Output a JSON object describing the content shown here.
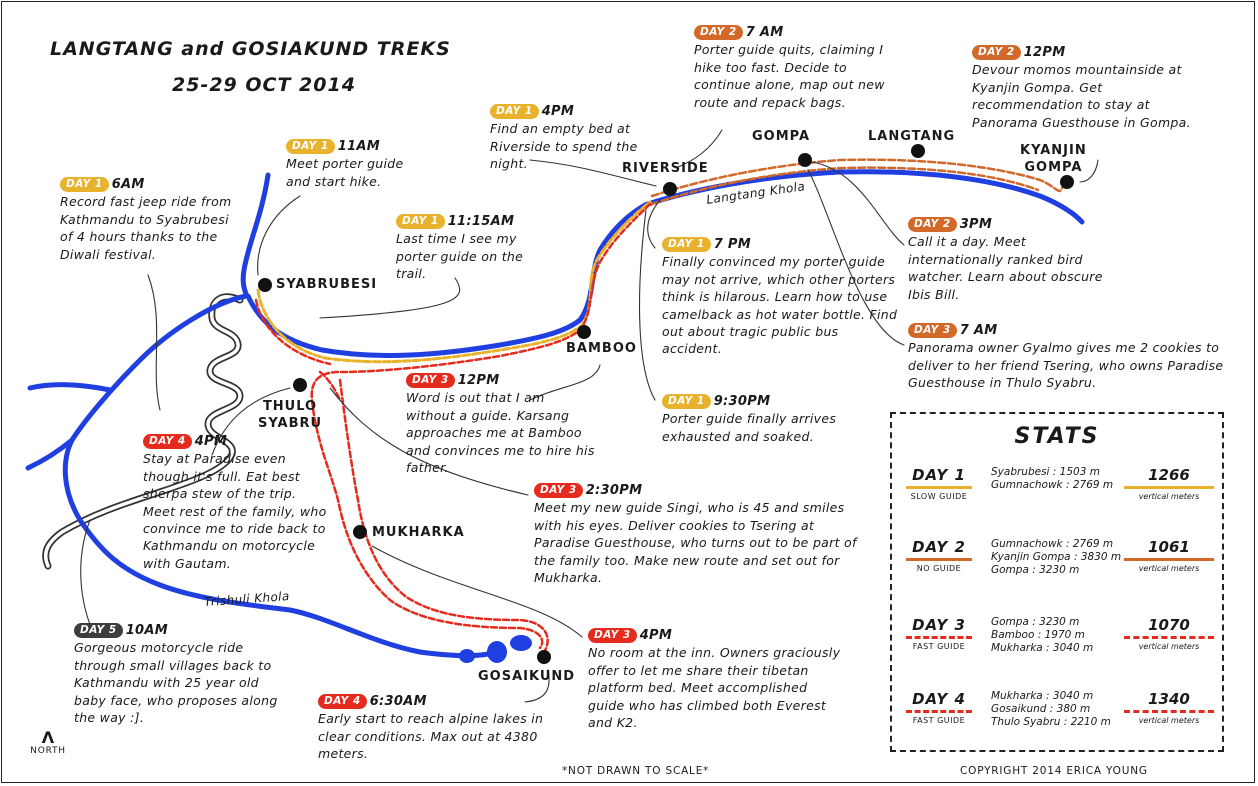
{
  "title_line1": "LANGTANG and GOSIAKUND TREKS",
  "title_line2": "25-29 OCT 2014",
  "colors": {
    "day1": "#e8b22c",
    "day2": "#d2692b",
    "day3": "#e42b1e",
    "day4": "#e42b1e",
    "day5": "#3d3d3d",
    "river": "#1f3fe0",
    "road": "#333333"
  },
  "places": {
    "syabrubesi": "SYABRUBESI",
    "riverside": "RIVERSIDE",
    "gompa": "GOMPA",
    "langtang": "LANGTANG",
    "kyanjin_1": "KYANJIN",
    "kyanjin_2": "GOMPA",
    "bamboo": "BAMBOO",
    "thulo_1": "THULO",
    "thulo_2": "SYABRU",
    "mukharka": "MUKHARKA",
    "gosaikund": "GOSAIKUND"
  },
  "rivers": {
    "langtang": "Langtang Khola",
    "trishuli": "Trishuli Khola"
  },
  "notes": [
    {
      "id": "d1-6am",
      "day": "DAY 1",
      "time": "6AM",
      "color": "#e8b22c",
      "text": "Record fast jeep ride from Kathmandu to Syabrubesi of 4 hours thanks to the Diwali festival."
    },
    {
      "id": "d1-11am",
      "day": "DAY 1",
      "time": "11AM",
      "color": "#e8b22c",
      "text": "Meet porter guide and start hike."
    },
    {
      "id": "d1-1115am",
      "day": "DAY 1",
      "time": "11:15AM",
      "color": "#e8b22c",
      "text": "Last time I see my porter guide on the trail."
    },
    {
      "id": "d1-4pm",
      "day": "DAY 1",
      "time": "4PM",
      "color": "#e8b22c",
      "text": "Find an empty bed at Riverside to spend the night."
    },
    {
      "id": "d2-7am",
      "day": "DAY 2",
      "time": "7 AM",
      "color": "#d2692b",
      "text": "Porter guide quits, claiming I hike too fast. Decide to continue alone, map out new route and repack bags."
    },
    {
      "id": "d2-12pm",
      "day": "DAY 2",
      "time": "12PM",
      "color": "#d2692b",
      "text": "Devour momos mountainside at Kyanjin Gompa. Get recommendation to stay at Panorama Guesthouse in Gompa."
    },
    {
      "id": "d1-7pm",
      "day": "DAY 1",
      "time": "7 PM",
      "color": "#e8b22c",
      "text": "Finally convinced my porter guide may not arrive, which other porters think is hilarous. Learn how to use camelback as hot water bottle. Find out about tragic public bus accident."
    },
    {
      "id": "d2-3pm",
      "day": "DAY 2",
      "time": "3PM",
      "color": "#d2692b",
      "text": "Call it a day. Meet internationally ranked bird watcher. Learn about obscure Ibis Bill."
    },
    {
      "id": "d3-7am",
      "day": "DAY 3",
      "time": "7 AM",
      "color": "#d2692b",
      "text": "Panorama owner Gyalmo gives me 2 cookies to deliver to her friend Tsering, who owns Paradise Guesthouse in Thulo Syabru."
    },
    {
      "id": "d1-930pm",
      "day": "DAY 1",
      "time": "9:30PM",
      "color": "#e8b22c",
      "text": "Porter guide finally arrives exhausted and soaked."
    },
    {
      "id": "d3-12pm",
      "day": "DAY 3",
      "time": "12PM",
      "color": "#e42b1e",
      "text": "Word is out that I am without a guide. Karsang approaches me at Bamboo and convinces me to hire his father."
    },
    {
      "id": "d4-4pm",
      "day": "DAY 4",
      "time": "4PM",
      "color": "#e42b1e",
      "text": "Stay at Paradise even though it's full. Eat best sherpa stew of the trip. Meet rest of the family, who convince me to ride back to Kathmandu on motorcycle with Gautam."
    },
    {
      "id": "d3-230pm",
      "day": "DAY 3",
      "time": "2:30PM",
      "color": "#e42b1e",
      "text": "Meet my new guide Singi, who is 45 and smiles with his eyes. Deliver cookies to Tsering at Paradise Guesthouse, who turns out to be part of the family too. Make new route and set out for Mukharka."
    },
    {
      "id": "d3-4pm",
      "day": "DAY 3",
      "time": "4PM",
      "color": "#e42b1e",
      "text": "No room at the inn. Owners graciously offer to let me share their tibetan platform bed. Meet accomplished guide who has climbed both Everest and K2."
    },
    {
      "id": "d5-10am",
      "day": "DAY 5",
      "time": "10AM",
      "color": "#3d3d3d",
      "text": "Gorgeous motorcycle ride through small villages back to Kathmandu with 25 year old baby face, who proposes along the way :]."
    },
    {
      "id": "d4-630am",
      "day": "DAY 4",
      "time": "6:30AM",
      "color": "#e42b1e",
      "text": "Early start to reach alpine lakes in clear conditions. Max out at 4380 meters."
    }
  ],
  "stats": {
    "title": "STATS",
    "unit": "vertical meters",
    "rows": [
      {
        "day": "DAY 1",
        "note": "SLOW GUIDE",
        "color": "#e8b22c",
        "alt1": "Syabrubesi : 1503 m",
        "alt2": "Gumnachowk : 2769 m",
        "alt3": "",
        "meters": "1266"
      },
      {
        "day": "DAY 2",
        "note": "NO GUIDE",
        "color": "#d2692b",
        "alt1": "Gumnachowk : 2769 m",
        "alt2": "Kyanjin Gompa : 3830 m",
        "alt3": "Gompa : 3230 m",
        "meters": "1061"
      },
      {
        "day": "DAY 3",
        "note": "FAST GUIDE",
        "color": "#e42b1e",
        "alt1": "Gompa : 3230 m",
        "alt2": "Bamboo : 1970 m",
        "alt3": "Mukharka : 3040 m",
        "meters": "1070"
      },
      {
        "day": "DAY 4",
        "note": "FAST GUIDE",
        "color": "#e42b1e",
        "alt1": "Mukharka : 3040 m",
        "alt2": "Gosaikund : 380 m",
        "alt3": "Thulo Syabru : 2210 m",
        "meters": "1340"
      }
    ]
  },
  "footer": {
    "scale": "*NOT DRAWN TO SCALE*",
    "copyright": "COPYRIGHT 2014 ERICA YOUNG"
  },
  "north": {
    "arrow": "Λ",
    "label": "NORTH"
  }
}
